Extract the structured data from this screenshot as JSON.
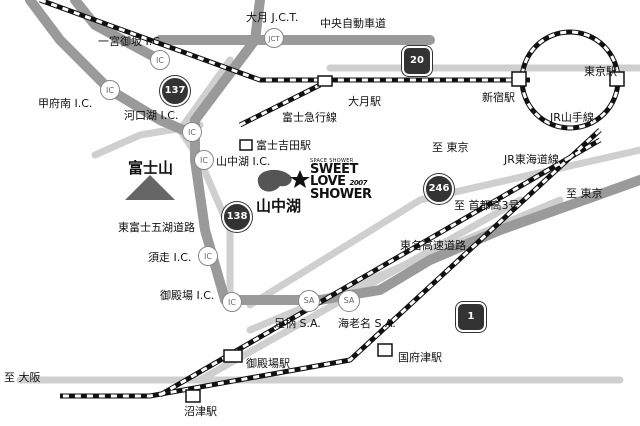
{
  "labels": {
    "otsuki_jct": "大月 J.C.T.",
    "chuo_expressway": "中央自動車道",
    "ichinomiya_misaka_ic": "一宮御坂 I.C.",
    "kofu_minami_ic": "甲府南 I.C.",
    "kawaguchiko_ic": "河口湖 I.C.",
    "fujikyu_line": "富士急行線",
    "otsuki_station": "大月駅",
    "fujiyoshida_station": "富士吉田駅",
    "shinjuku_station": "新宿駅",
    "tokyo_station": "東京駅",
    "jr_yamanote_line": "JR山手線",
    "jr_tokaido_line": "JR東海道線",
    "to_tokyo_1": "至 東京",
    "to_tokyo_2": "至 東京",
    "to_shuto_3": "至 首都高3号",
    "mt_fuji": "富士山",
    "yamanakako_ic": "山中湖 I.C.",
    "lake_yamanaka": "山中湖",
    "higashi_fuji_goko_road": "東富士五湖道路",
    "subashiri_ic": "須走 I.C.",
    "tomei_expressway": "東名高速道路",
    "gotemba_ic": "御殿場 I.C.",
    "ashigara_sa": "足柄 S.A.",
    "ebina_sa": "海老名 S.A.",
    "gotemba_station": "御殿場駅",
    "kozu_station": "国府津駅",
    "to_osaka": "至 大阪",
    "numazu_station": "沼津駅"
  },
  "markers": {
    "ic": "IC",
    "jct": "JCT",
    "sa": "SA"
  },
  "routes": {
    "r137": "137",
    "r20": "20",
    "r246": "246",
    "r138": "138",
    "r1": "1"
  },
  "event_logo": {
    "small": "SPACE SHOWER",
    "line1": "SWEET",
    "line2": "LOVE",
    "year": "2007",
    "line3": "SHOWER"
  },
  "colors": {
    "expressway": "#9a9a9a",
    "road": "#c8c8c8",
    "rail": "#111111",
    "shield": "#333333"
  }
}
